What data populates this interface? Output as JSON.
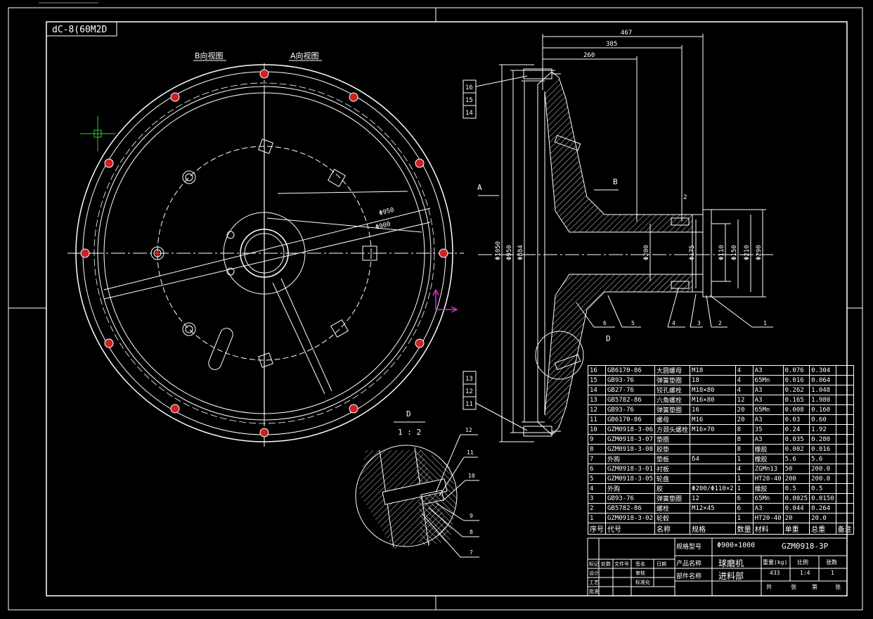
{
  "drawing": {
    "code_box": "dC-8(60M2D",
    "view_b_title": "B向视图",
    "view_a_title": "A向视图",
    "detail_title": "D",
    "detail_scale": "1 : 2",
    "label_a": "A",
    "label_b": "B",
    "label_d": "D",
    "label_2": "2"
  },
  "dimensions": {
    "top": [
      "467",
      "385",
      "260"
    ],
    "vertical": [
      "Φ1050",
      "Φ950",
      "Φ884",
      "Φ200",
      "Φ175",
      "Φ110",
      "Φ150",
      "Φ210",
      "Φ290"
    ],
    "radial": [
      "Φ950",
      "Φ900"
    ]
  },
  "balloons": {
    "upper": [
      "16",
      "15",
      "14"
    ],
    "lower": [
      "13",
      "12",
      "11"
    ],
    "bottom_row": [
      "6",
      "5",
      "4",
      "3",
      "2",
      "1"
    ],
    "detail": [
      "12",
      "11",
      "10",
      "9",
      "8",
      "7"
    ]
  },
  "bom": {
    "rows": [
      [
        "16",
        "GB6170-86",
        "大圆螺母",
        "M18",
        "4",
        "A3",
        "0.076",
        "0.304"
      ],
      [
        "15",
        "GB93-76",
        "弹簧垫圈",
        "18",
        "4",
        "65Mn",
        "0.016",
        "0.064"
      ],
      [
        "14",
        "GB27-76",
        "铰孔螺栓",
        "M18×80",
        "4",
        "A3",
        "0.262",
        "1.048"
      ],
      [
        "13",
        "GB5782-86",
        "六角螺栓",
        "M16×80",
        "12",
        "A3",
        "0.165",
        "1.980"
      ],
      [
        "12",
        "GB93-76",
        "弹簧垫圈",
        "16",
        "20",
        "65Mn",
        "0.008",
        "0.160"
      ],
      [
        "11",
        "GB6170-86",
        "螺母",
        "M16",
        "20",
        "A3",
        "0.03",
        "0.60"
      ],
      [
        "10",
        "GZM0918-3-06",
        "方颈头螺栓",
        "M16×70",
        "8",
        "35",
        "0.24",
        "1.92"
      ],
      [
        "9",
        "GZM0918-3-07",
        "垫圈",
        "",
        "8",
        "A3",
        "0.035",
        "0.280"
      ],
      [
        "8",
        "GZM0918-3-08",
        "胶垫",
        "",
        "8",
        "橡胶",
        "0.002",
        "0.016"
      ],
      [
        "7",
        "外购",
        "垫板",
        "δ4",
        "1",
        "橡胶",
        "5.6",
        "5.6"
      ],
      [
        "6",
        "GZM0918-3-01",
        "衬板",
        "",
        "4",
        "ZGMn13",
        "50",
        "200.0"
      ],
      [
        "5",
        "GZM0918-3-05",
        "轮盘",
        "",
        "1",
        "HT20-40",
        "200",
        "200.0"
      ],
      [
        "4",
        "外购",
        "胶",
        "Φ200/Φ110×2",
        "1",
        "橡胶",
        "0.5",
        "0.5"
      ],
      [
        "3",
        "GB93-76",
        "弹簧垫圈",
        "12",
        "6",
        "65Mn",
        "0.0025",
        "0.0150"
      ],
      [
        "2",
        "GB5782-86",
        "螺栓",
        "M12×45",
        "6",
        "A3",
        "0.044",
        "0.264"
      ],
      [
        "1",
        "GZM0918-3-02",
        "轮毂",
        "",
        "1",
        "HT20-40",
        "20",
        "20.0"
      ]
    ],
    "header": [
      "序号",
      "代号",
      "名称",
      "规格",
      "数量",
      "材料",
      "单重",
      "总重",
      "备注"
    ]
  },
  "title_block": {
    "spec_label": "规格型号",
    "spec": "Φ900×1000",
    "drawing_no": "GZM0918-3P",
    "product_label": "产品名称",
    "product": "球磨机",
    "part_label": "部件名称",
    "part": "进料部",
    "weight_label": "重量(kg)",
    "ratio_label": "比例",
    "sheet_label": "张数",
    "weight": "433",
    "ratio": "1:4",
    "sheet": "1",
    "change_labels": [
      "标记",
      "处数",
      "文件号",
      "签名",
      "日期"
    ],
    "sign_labels": [
      "设计",
      "审核",
      "工艺",
      "标准化",
      "批准"
    ],
    "footer_labels": [
      "共",
      "张",
      "第",
      "张"
    ]
  },
  "colors": {
    "background": "#000000",
    "line": "#ffffff",
    "bolt_hole": "#cc2222",
    "ucs": "#cc33cc",
    "cursor": "#33cc33"
  }
}
